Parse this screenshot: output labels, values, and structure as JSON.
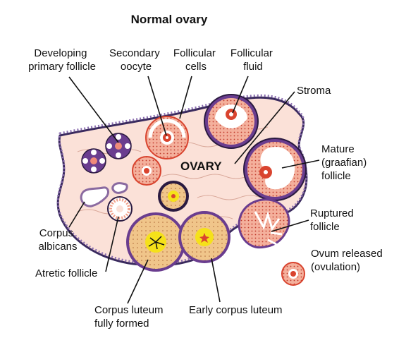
{
  "title": "Normal ovary",
  "center_label": "OVARY",
  "labels": {
    "developing_primary_follicle": [
      "Developing",
      "primary follicle"
    ],
    "secondary_oocyte": [
      "Secondary",
      "oocyte"
    ],
    "follicular_cells": [
      "Follicular",
      "cells"
    ],
    "follicular_fluid": [
      "Follicular",
      "fluid"
    ],
    "stroma": "Stroma",
    "mature_follicle": [
      "Mature",
      "(graafian)",
      "follicle"
    ],
    "ruptured_follicle": [
      "Ruptured",
      "follicle"
    ],
    "ovum_released": [
      "Ovum released",
      "(ovulation)"
    ],
    "corpus_albicans": [
      "Corpus",
      "albicans"
    ],
    "atretic_follicle": "Atretic follicle",
    "corpus_luteum": [
      "Corpus luteum",
      "fully formed"
    ],
    "early_corpus_luteum": "Early corpus luteum"
  },
  "colors": {
    "stroma_fill": "#fbe1d8",
    "stroma_lines": "#d9a89a",
    "capsule": "#3a2a5e",
    "epithelium": "#8c6fb0",
    "follicle_cells": "#f2a28c",
    "follicle_dots": "#c0392b",
    "follicle_red": "#d9442f",
    "luteum_fill": "#f0c58a",
    "luteum_core": "#f5e11a",
    "primary_follicle": "#6a3d8f",
    "albicans_ring": "#8a6aa0"
  }
}
